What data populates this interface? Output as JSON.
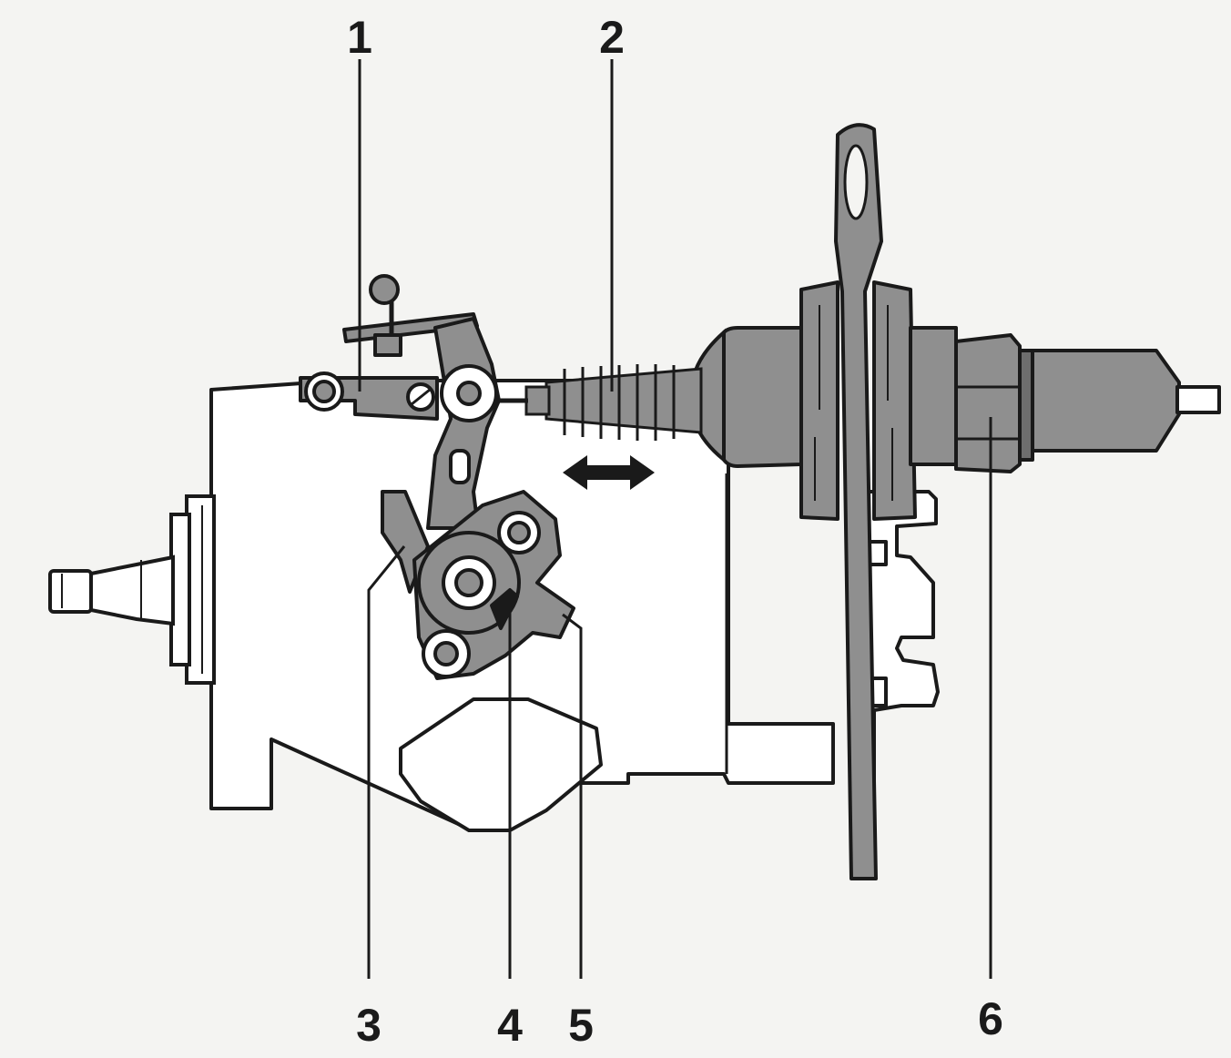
{
  "callouts": {
    "c1": "1",
    "c2": "2",
    "c3": "3",
    "c4": "4",
    "c5": "5",
    "c6": "6"
  },
  "colors": {
    "background": "#f4f4f2",
    "outline": "#1a1a1a",
    "body_fill": "#ffffff",
    "part_fill": "#8f8f8f",
    "part_dark": "#6e6e6e"
  }
}
